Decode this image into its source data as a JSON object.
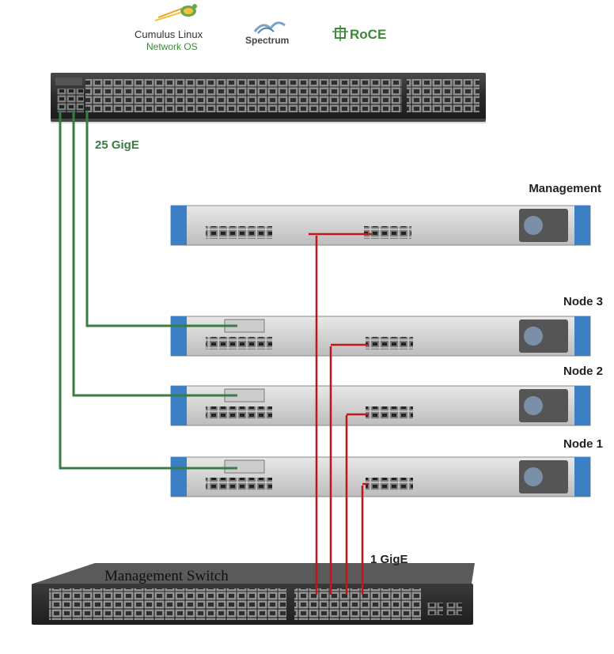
{
  "logos": {
    "cumulus_line1": "Cumulus",
    "cumulus_line1b": "Linux",
    "cumulus_line2": "Network OS",
    "spectrum": "Spectrum",
    "roce": "RoCE"
  },
  "links": {
    "high_speed": "25 GigE",
    "mgmt_speed": "1 GigE"
  },
  "servers": [
    {
      "label": "Management"
    },
    {
      "label": "Node 3"
    },
    {
      "label": "Node 2"
    },
    {
      "label": "Node 1"
    }
  ],
  "management_switch": {
    "title": "Management Switch"
  },
  "colors": {
    "green_link": "#3a7d44",
    "red_link": "#c0161b",
    "rack_ear": "#3d7fc4",
    "switch_body": "#2b2b2b",
    "roce_green": "#3a8a3a"
  },
  "icons": [
    "cumulus-turtle-icon",
    "spectrum-wave-icon",
    "roce-chip-icon"
  ]
}
